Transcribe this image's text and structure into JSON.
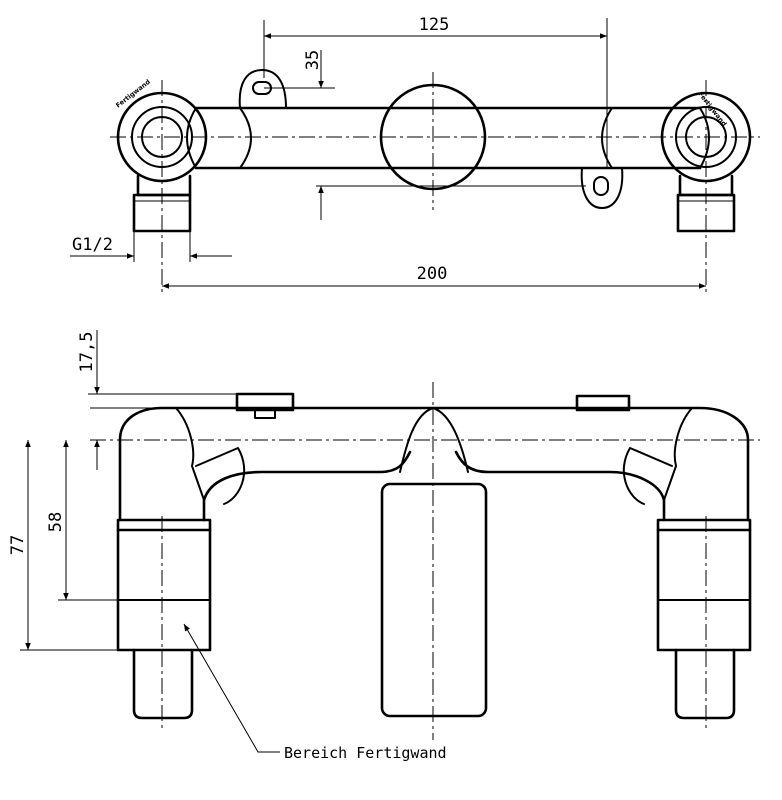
{
  "dimensions": {
    "top_width": "125",
    "top_height": "35",
    "thread": "G1/2",
    "overall_width": "200",
    "offset": "17,5",
    "height_58": "58",
    "height_77": "77"
  },
  "labels": {
    "finish_wall": "Bereich Fertigwand",
    "stamp_left": "Fertigwand",
    "stamp_right": "Fertigwand"
  }
}
